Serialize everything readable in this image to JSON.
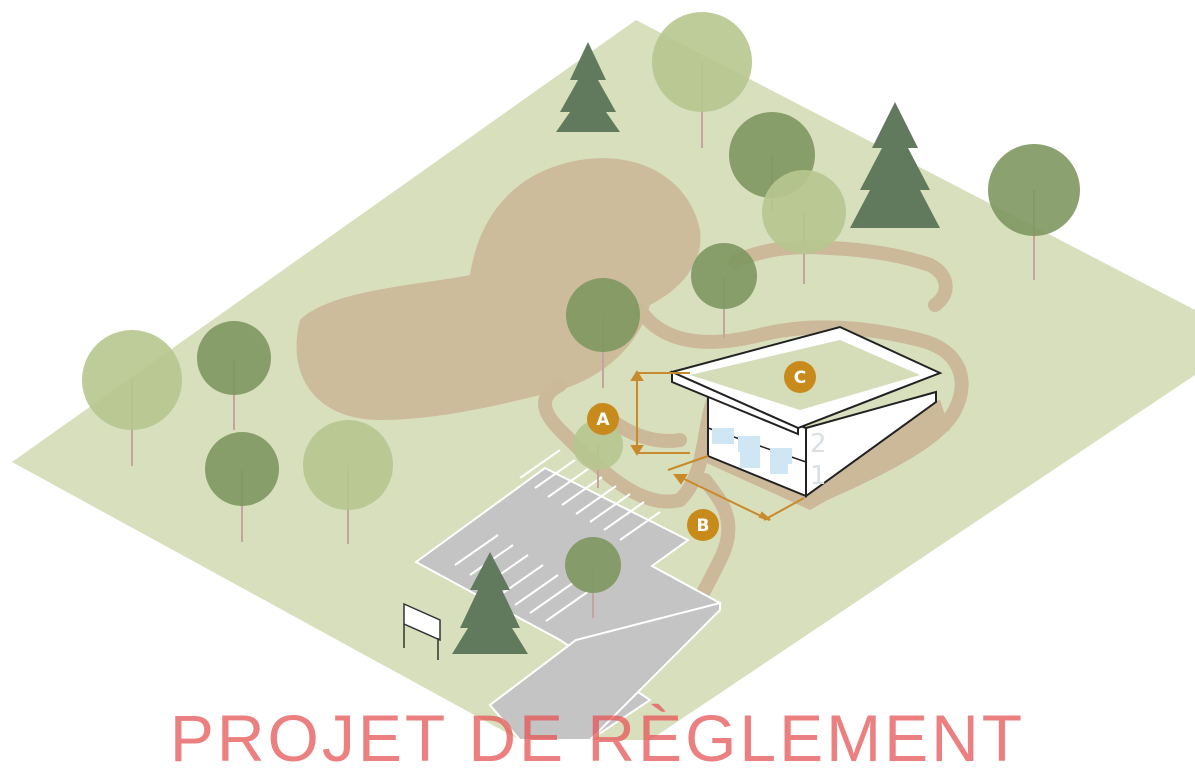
{
  "labels": {
    "a": "A",
    "b": "B",
    "c": "C"
  },
  "floors": {
    "first": "1",
    "second": "2"
  },
  "watermark": "PROJET DE RÈGLEMENT",
  "colors": {
    "lawn": "#d8dfbd",
    "sand": "#ccbc9c",
    "path": "#cbb99a",
    "parking": "#c4c4c4",
    "green_roof": "#d5dcb8",
    "badge": "#c98a1c",
    "dimension": "#c88a2a",
    "tree_dark": "#7e9760",
    "tree_light": "#b7c68f",
    "conifer": "#617a5e",
    "window": "#cfe6f5",
    "watermark": "#e65555"
  }
}
